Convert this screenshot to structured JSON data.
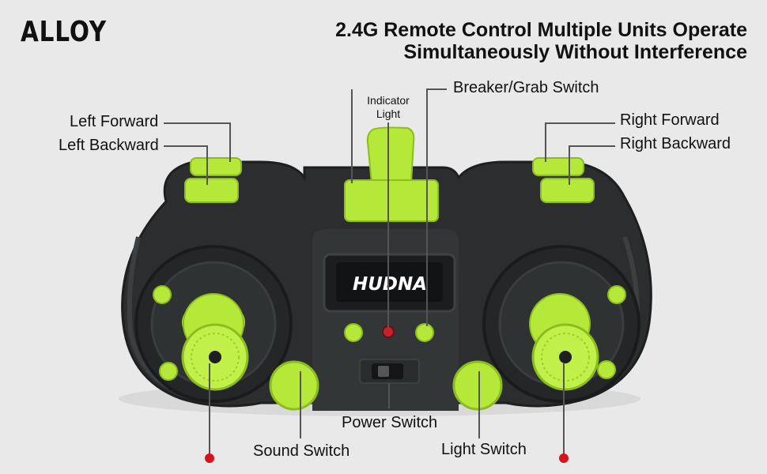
{
  "brand": "ALLOY",
  "headline": {
    "line1": "2.4G Remote Control Multiple Units Operate",
    "line2": "Simultaneously Without Interference"
  },
  "controller": {
    "logo_text": "HUDNA",
    "colors": {
      "body": "#2b2d2e",
      "body_edge": "#1d1f20",
      "accent": "#b6e83a",
      "accent_dark": "#8cbd1e",
      "background": "#e9e9e9",
      "indicator": "#c2232b"
    }
  },
  "labels": {
    "left_forward": "Left Forward",
    "left_backward": "Left Backward",
    "right_forward": "Right Forward",
    "right_backward": "Right Backward",
    "indicator_light_1": "Indicator",
    "indicator_light_2": "Light",
    "breaker_grab_switch": "Breaker/Grab Switch",
    "power_switch": "Power Switch",
    "sound_switch": "Sound Switch",
    "light_switch": "Light Switch"
  }
}
